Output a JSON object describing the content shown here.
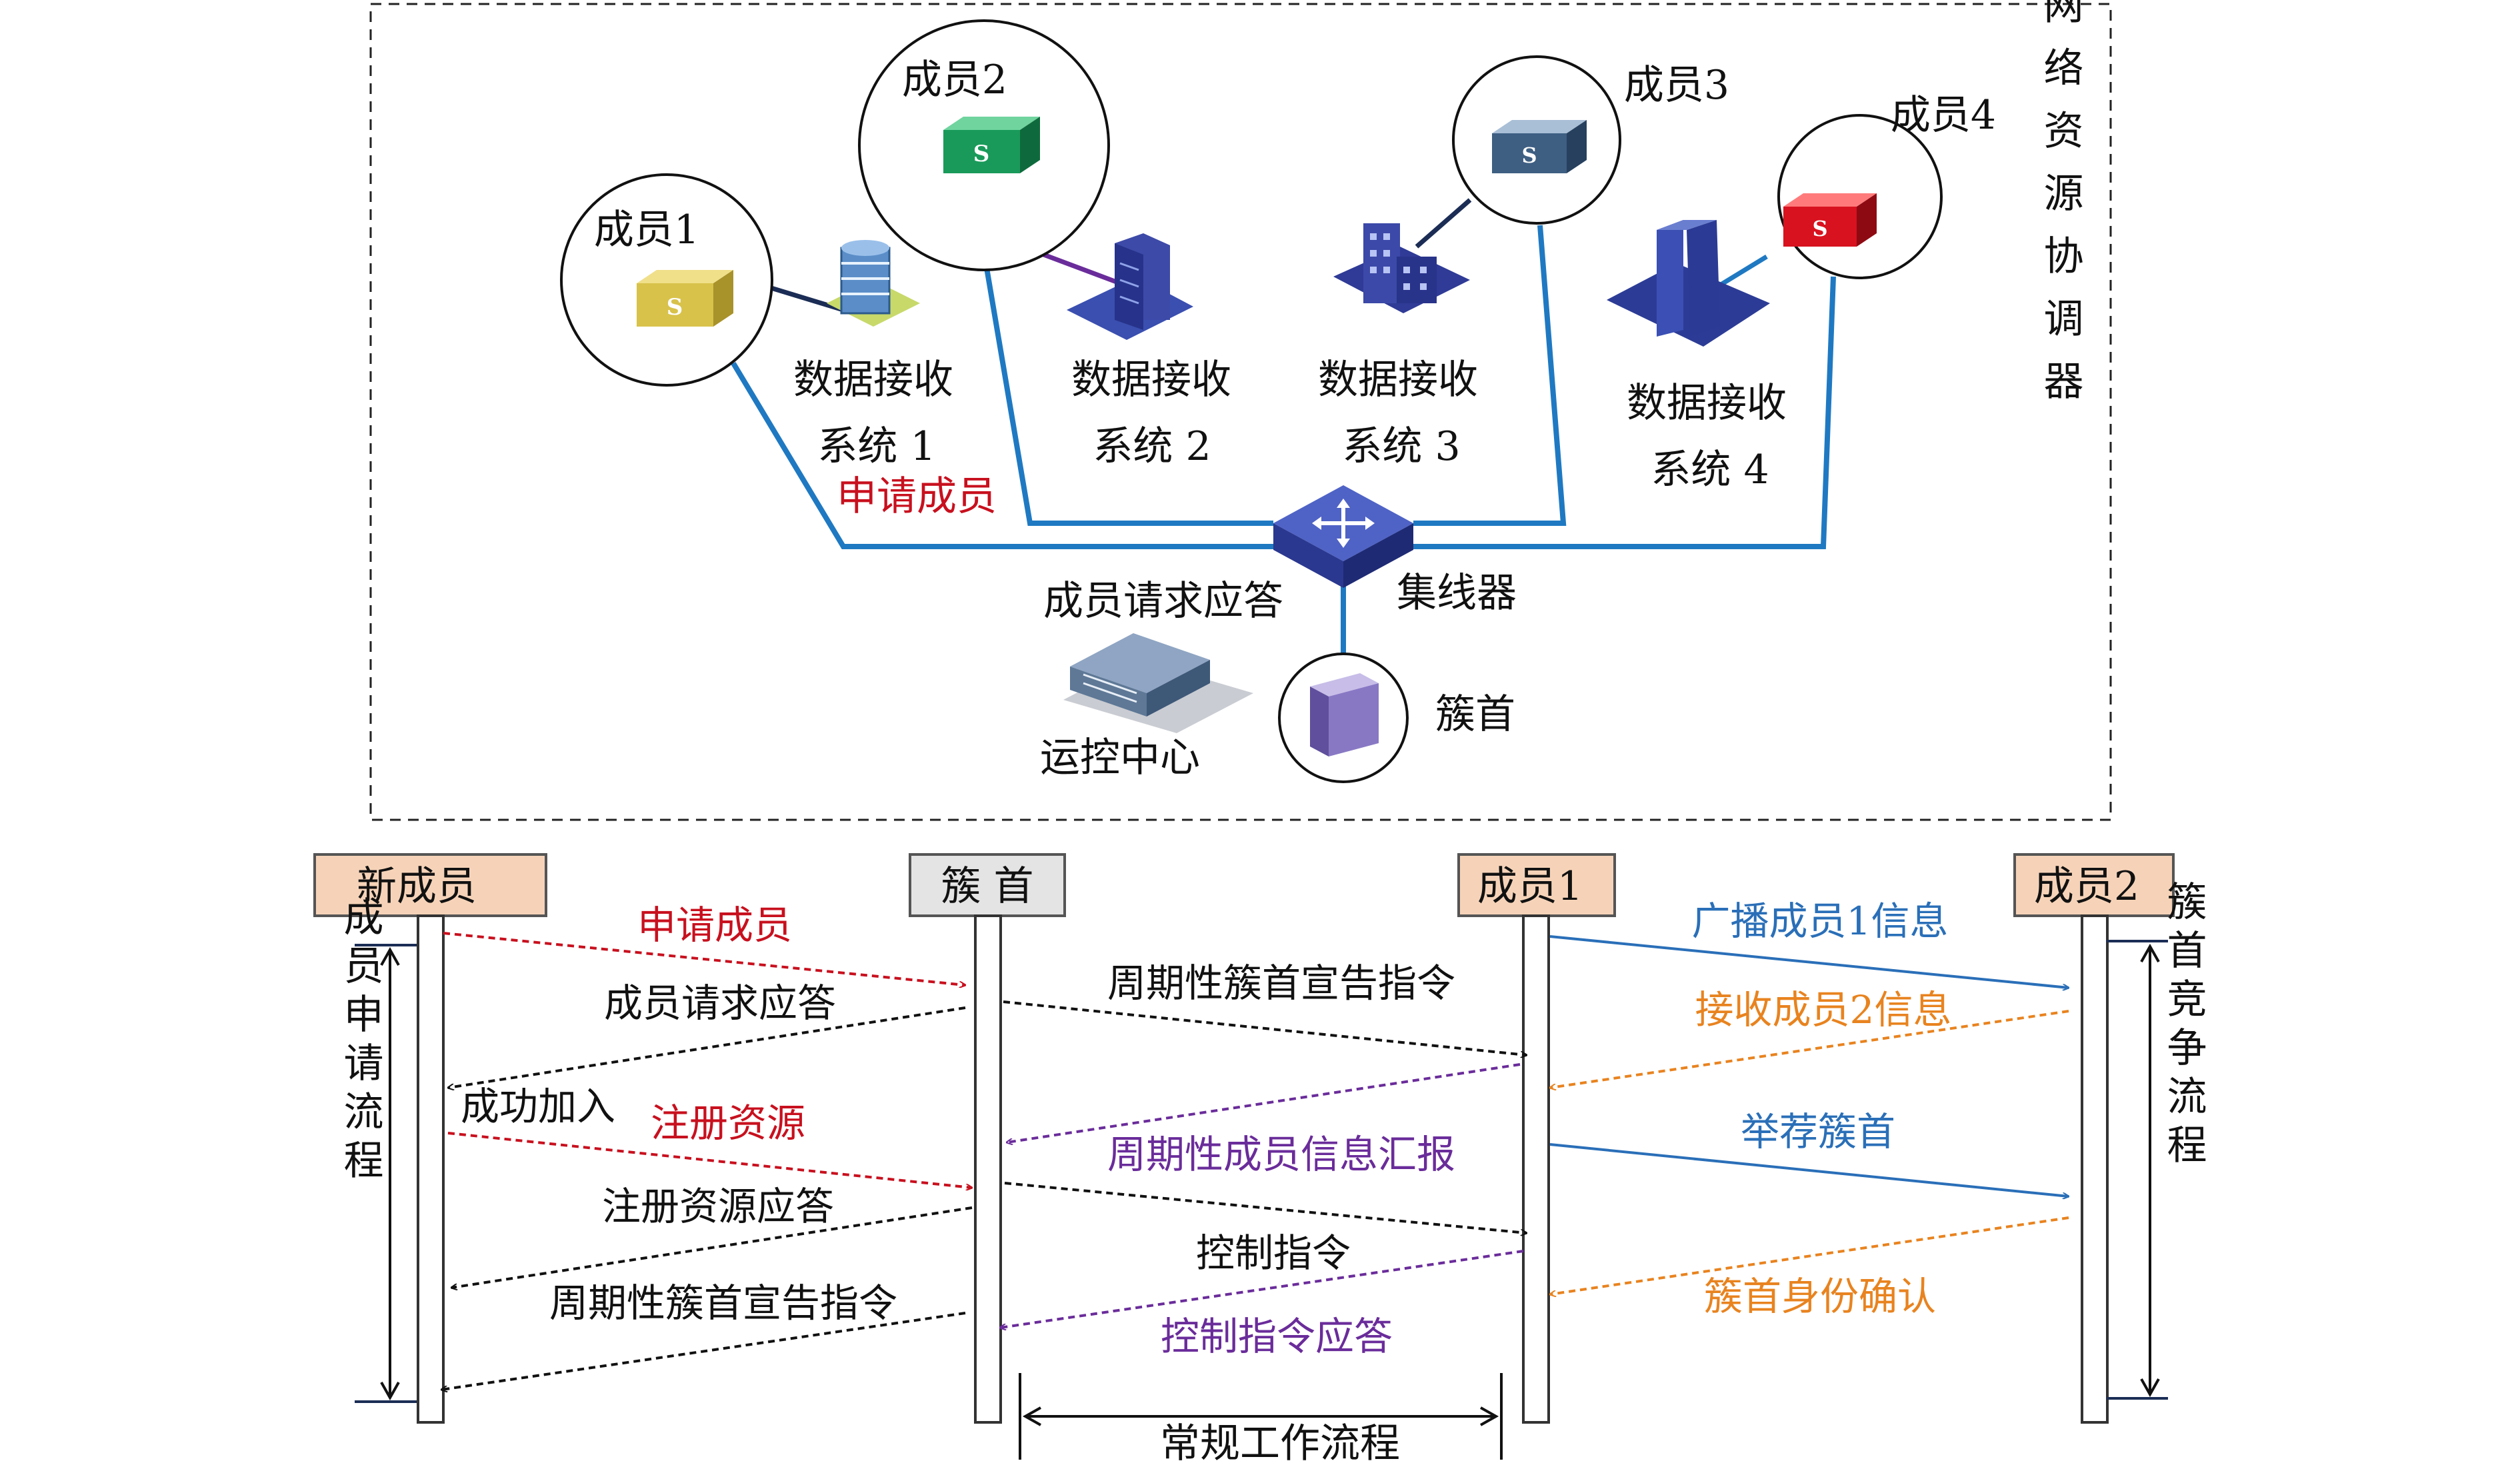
{
  "top": {
    "members": [
      {
        "label": "成员1",
        "color": "#d8c24a"
      },
      {
        "label": "成员2",
        "color": "#1a9a5a"
      },
      {
        "label": "成员3",
        "color": "#3e5f82"
      },
      {
        "label": "成员4",
        "color": "#d8121f"
      }
    ],
    "systems": [
      {
        "line1": "数据接收",
        "line2": "系统 1"
      },
      {
        "line1": "数据接收",
        "line2": "系统 2"
      },
      {
        "line1": "数据接收",
        "line2": "系统 3"
      },
      {
        "line1": "数据接收",
        "line2": "系统 4"
      }
    ],
    "apply_member": "申请成员",
    "member_request_response": "成员请求应答",
    "hub": "集线器",
    "cluster_head": "簇首",
    "ops_center": "运控中心",
    "coordinator": "网络资源协调器",
    "switch_letter": "S"
  },
  "seq": {
    "participants": [
      {
        "label": "新成员",
        "fill": "#f6d3b8"
      },
      {
        "label": "簇 首",
        "fill": "#e4e4e4"
      },
      {
        "label": "成员1",
        "fill": "#f6d3b8"
      },
      {
        "label": "成员2",
        "fill": "#f6d3b8"
      }
    ],
    "messages": {
      "m1": "申请成员",
      "m2": "成员请求应答",
      "m3": "成功加入",
      "m4": "注册资源",
      "m5": "注册资源应答",
      "m6": "周期性簇首宣告指令",
      "m7": "周期性簇首宣告指令",
      "m8": "周期性成员信息汇报",
      "m9": "控制指令",
      "m10": "控制指令应答",
      "m11": "广播成员1信息",
      "m12": "接收成员2信息",
      "m13": "举荐簇首",
      "m14": "簇首身份确认"
    },
    "left_phase": "成员申请流程",
    "right_phase": "簇首竞争流程",
    "bottom_phase": "常规工作流程"
  },
  "colors": {
    "red": "#c8101e",
    "black": "#111111",
    "purple": "#6a2c9a",
    "blue": "#2a6fb8",
    "orange": "#e8831f",
    "cable": "#1f79c2"
  }
}
